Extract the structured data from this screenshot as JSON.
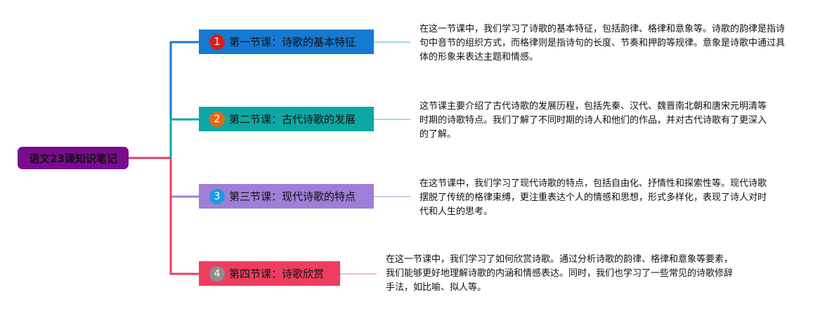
{
  "root": {
    "label": "语文23课知识笔记"
  },
  "topics": [
    {
      "number": "1",
      "label": "第一节课：诗歌的基本特征",
      "color": "#1679d2",
      "badge_color": "#d7201a",
      "note": "在这一节课中，我们学习了诗歌的基本特征，包括韵律、格律和意象等。诗歌的韵律是指诗句中音节的组织方式，而格律则是指诗句的长度、节奏和押韵等规律。意象是诗歌中通过具体的形象来表达主题和情感。"
    },
    {
      "number": "2",
      "label": "第二节课：古代诗歌的发展",
      "color": "#0fa7a4",
      "badge_color": "#e06b1a",
      "note": "这节课主要介绍了古代诗歌的发展历程，包括先秦、汉代、魏晋南北朝和唐宋元明清等时期的诗歌特点。我们了解了不同时期的诗人和他们的作品，并对古代诗歌有了更深入的了解。"
    },
    {
      "number": "3",
      "label": "第三节课：现代诗歌的特点",
      "color": "#9f7ed8",
      "badge_color": "#1e9ae0",
      "note": "在这节课中，我们学习了现代诗歌的特点，包括自由化、抒情性和探索性等。现代诗歌摆脱了传统的格律束缚，更注重表达个人的情感和思想，形式多样化，表现了诗人对时代和人生的思考。"
    },
    {
      "number": "4",
      "label": "第四节课：诗歌欣赏",
      "color": "#ef3d60",
      "badge_color": "#8e8e8e",
      "note": "在这一节课中，我们学习了如何欣赏诗歌。通过分析诗歌的韵律、格律和意象等要素，我们能够更好地理解诗歌的内涵和情感表达。同时，我们也学习了一些常见的诗歌修辞手法，如比喻、拟人等。"
    }
  ]
}
